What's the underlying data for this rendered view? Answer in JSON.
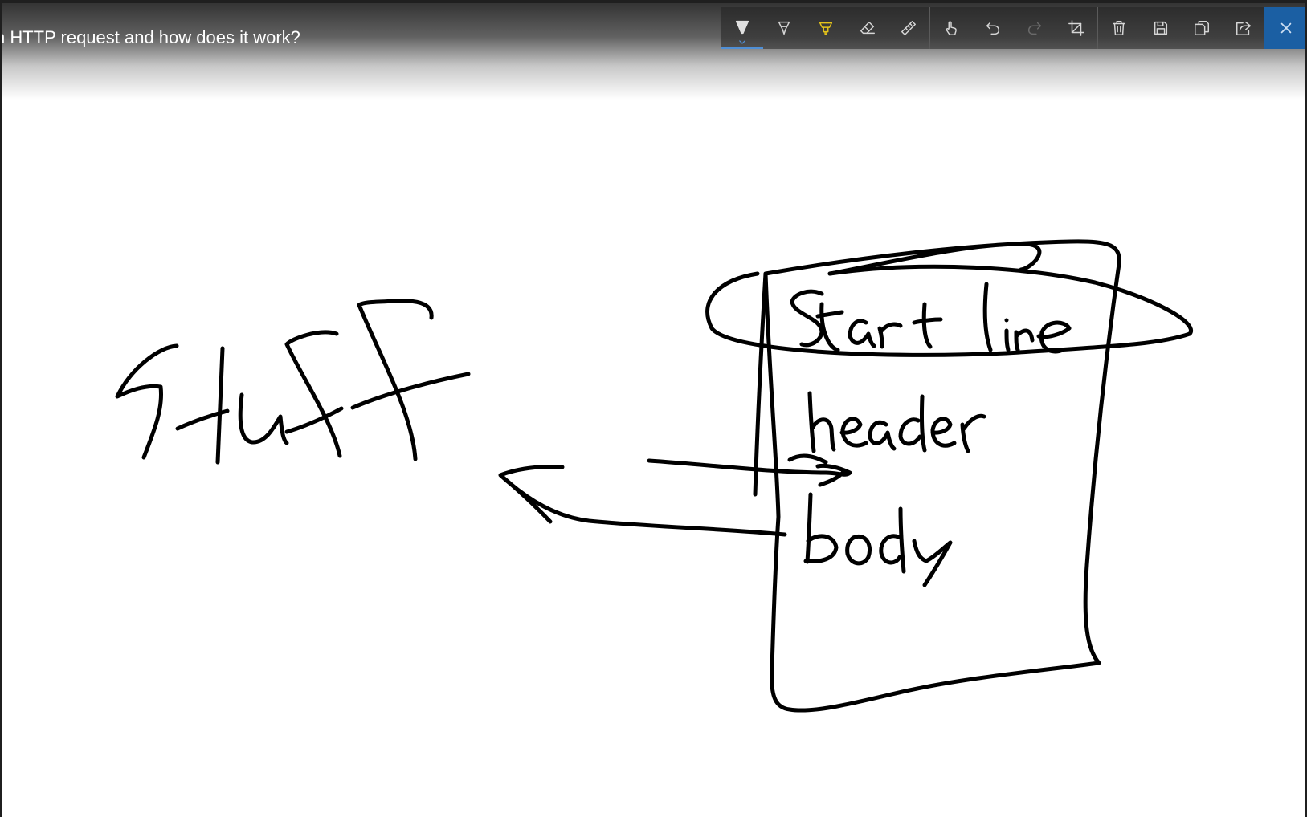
{
  "window": {
    "title": "n HTTP request and how does it work?"
  },
  "toolbar": {
    "tools": [
      {
        "name": "ballpoint-pen",
        "icon": "pen-icon",
        "active": true
      },
      {
        "name": "pencil",
        "icon": "pencil-icon",
        "active": false
      },
      {
        "name": "highlighter",
        "icon": "highlighter-icon",
        "active": false
      },
      {
        "name": "eraser",
        "icon": "eraser-icon",
        "active": false
      },
      {
        "name": "ruler",
        "icon": "ruler-icon",
        "active": false
      },
      {
        "name": "touch-writing",
        "icon": "touch-writing-icon",
        "active": false
      },
      {
        "name": "undo",
        "icon": "undo-icon",
        "enabled": true
      },
      {
        "name": "redo",
        "icon": "redo-icon",
        "enabled": false
      },
      {
        "name": "crop",
        "icon": "crop-icon",
        "enabled": true
      },
      {
        "name": "delete",
        "icon": "trash-icon",
        "enabled": true
      },
      {
        "name": "save",
        "icon": "save-icon",
        "enabled": true
      },
      {
        "name": "copy",
        "icon": "copy-icon",
        "enabled": true
      },
      {
        "name": "share",
        "icon": "share-icon",
        "enabled": true
      },
      {
        "name": "close",
        "icon": "close-icon",
        "enabled": true
      }
    ],
    "accent_color": "#1b5fa3",
    "highlighter_color": "#e3c21a"
  },
  "sketch": {
    "handwritten_words": [
      "Stuff",
      "Start line",
      "header",
      "body"
    ],
    "ink_color": "#000000"
  }
}
